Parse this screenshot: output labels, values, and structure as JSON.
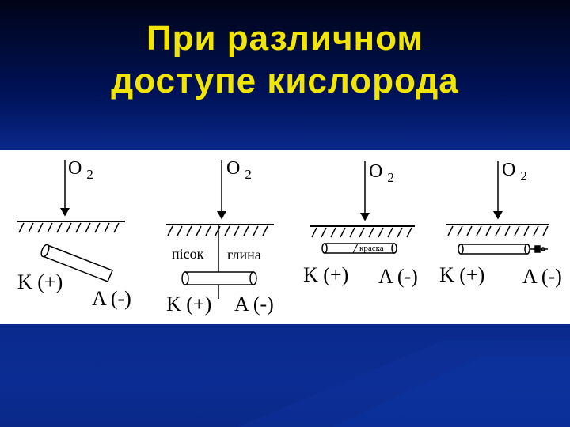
{
  "slide": {
    "title_line1": "При различном",
    "title_line2": "доступе кислорода",
    "colors": {
      "title": "#f2e600",
      "background": "#0a2a8e",
      "panel": "#ffffff"
    }
  },
  "diagrams": [
    {
      "oxygen": "O2",
      "cathode": "K (+)",
      "anode": "A (-)"
    },
    {
      "oxygen": "O2",
      "cathode": "K (+)",
      "anode": "A (-)",
      "soil_left": "пісок",
      "soil_right": "глина"
    },
    {
      "oxygen": "O2",
      "cathode": "K (+)",
      "anode": "A (-)",
      "coating": "краска"
    },
    {
      "oxygen": "O2",
      "cathode": "K (+)",
      "anode": "A (-)"
    }
  ]
}
